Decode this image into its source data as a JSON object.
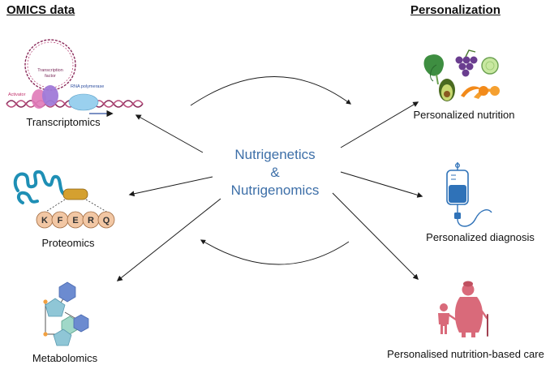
{
  "headings": {
    "left": "OMICS data",
    "right": "Personalization"
  },
  "center": {
    "line1": "Nutrigenetics",
    "line2": "&",
    "line3": "Nutrigenomics"
  },
  "omics": [
    {
      "label": "Transcriptomics",
      "icon": "transcription-icon"
    },
    {
      "label": "Proteomics",
      "icon": "protein-icon"
    },
    {
      "label": "Metabolomics",
      "icon": "metabolite-icon"
    }
  ],
  "personalization": [
    {
      "label": "Personalized nutrition",
      "icon": "food-icon"
    },
    {
      "label": "Personalized diagnosis",
      "icon": "iv-bag-icon"
    },
    {
      "label": "Personalised nutrition-based care",
      "icon": "caregiver-icon"
    }
  ],
  "transcription_labels": {
    "factor_line1": "Transcription",
    "factor_line2": "factor",
    "activator": "Activator",
    "polymerase": "RNA polymerase"
  },
  "protein_sequence": [
    "K",
    "F",
    "E",
    "R",
    "Q"
  ],
  "colors": {
    "center_text": "#3d6fa8",
    "arrow": "#1a1a1a",
    "protein": "#1e8fb5",
    "bead": "#f2c7a4",
    "food_green": "#3e8e41",
    "grape": "#6a3d8f",
    "orange": "#f28a1a",
    "iv_blue": "#2f72b8",
    "care_pink": "#d96a7a",
    "hexagon_blue": "#6c8bd0",
    "pentagon_teal": "#8fc6d6"
  }
}
